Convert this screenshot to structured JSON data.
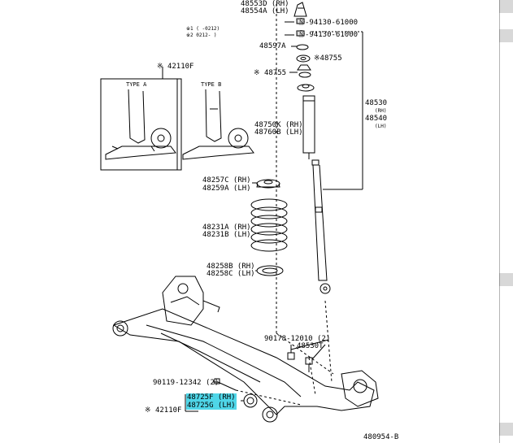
{
  "labels": {
    "p48553d": "48553D (RH)",
    "p48554a": "48554A (LH)",
    "p94130_a": "94130-61000",
    "p94130_b": "94130-61000",
    "note1": "※1 ( -0212)",
    "note2": "※2 0212- )",
    "p48597a": "48597A",
    "p48755_a": "※48755",
    "p42110f_top": "※ 42110F",
    "type_a": "TYPE A",
    "type_b": "TYPE B",
    "p48755_b": "※ 48755",
    "p48530": "48530",
    "p48530_rh": "(RH)",
    "p48540": "48540",
    "p48540_lh": "(LH)",
    "p48750k": "48750K (RH)",
    "p48760b": "48760B (LH)",
    "p48257c": "48257C (RH)",
    "p48259a": "48259A (LH)",
    "p48231a": "48231A (RH)",
    "p48231b": "48231B (LH)",
    "p48258b": "48258B (RH)",
    "p48258c": "48258C (LH)",
    "p90178": "90178-12010 (2)",
    "p48530t": "48530T",
    "p90119": "90119-12342 (2)",
    "p48725f": "48725F (RH)",
    "p48725g": "48725G (LH)",
    "p42110f_bot": "※ 42110F",
    "fig_id": "480954-B"
  },
  "colors": {
    "highlight": "#4fd6e8",
    "line": "#000000"
  }
}
